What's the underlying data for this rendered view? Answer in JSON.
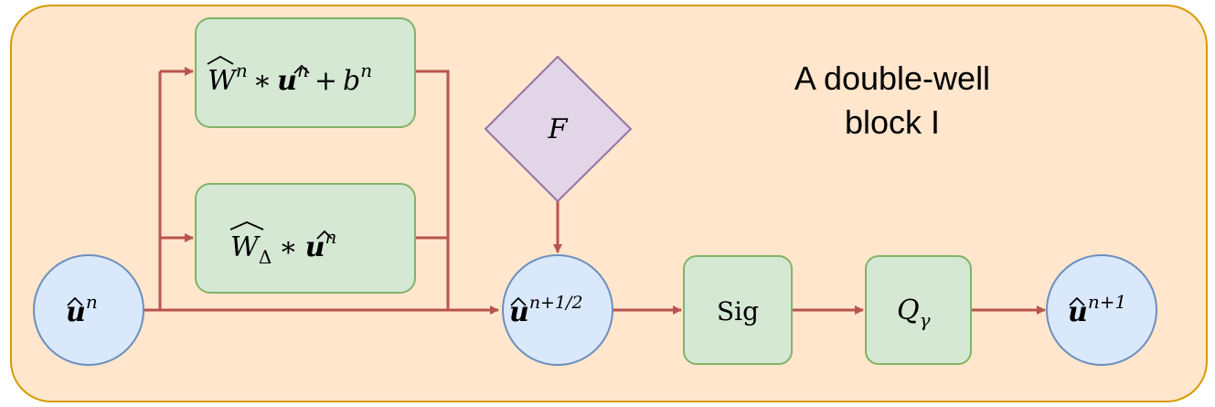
{
  "title": {
    "line1": "A double-well",
    "line2": "block I"
  },
  "nodes": {
    "input": {
      "base": "u",
      "sup": "n"
    },
    "middle": {
      "base": "u",
      "sup": "n+1/2"
    },
    "output": {
      "base": "u",
      "sup": "n+1"
    },
    "box_top": {
      "w": "W",
      "w_sup": "n",
      "star": "∗",
      "u": "u",
      "u_sup": "n",
      "plus": "+",
      "b": "b",
      "b_sup": "n"
    },
    "box_mid": {
      "w": "W",
      "w_sub": "Δ",
      "star": "∗",
      "u": "u",
      "u_sup": "n"
    },
    "forcing": {
      "label": "F"
    },
    "sig": {
      "label": "Sig"
    },
    "quant": {
      "base": "Q",
      "sub": "γ"
    }
  },
  "colors": {
    "container_fill": "#ffe6cc",
    "container_stroke": "#d79b00",
    "circle_fill": "#dae8fc",
    "circle_stroke": "#6c8ebf",
    "box_fill": "#d5e8d4",
    "box_stroke": "#82b366",
    "diamond_fill": "#e1d5e7",
    "diamond_stroke": "#9673a6",
    "edge": "#b85450"
  }
}
